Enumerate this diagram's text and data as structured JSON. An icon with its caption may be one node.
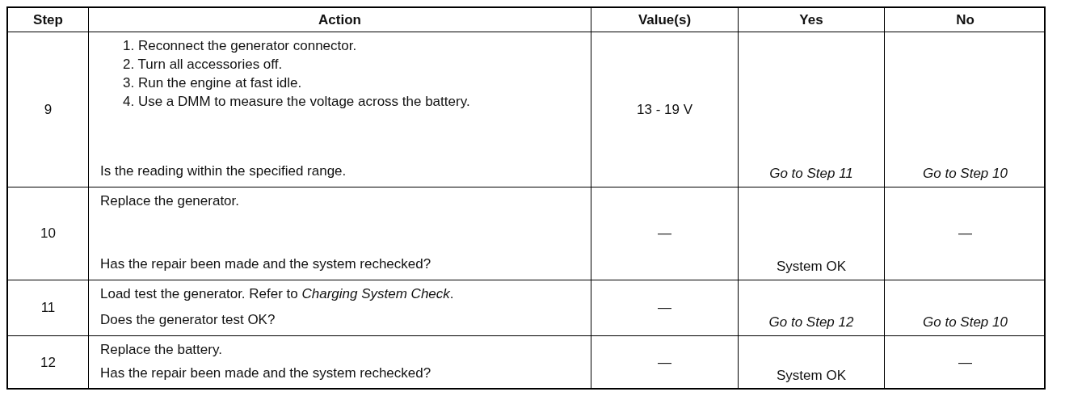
{
  "diagram": {
    "labels": [
      "Step",
      "Action",
      "Value(s)",
      "Yes",
      "No",
      "9",
      "1. Reconnect the generator connector.",
      "2. Turn all accessories off.",
      "3. Run the engine at fast idle.",
      "4. Use a DMM to measure the voltage across the battery.",
      "Is the reading within the specified range.",
      "13 - 19 V",
      "Go to Step 11",
      "Go to Step 10",
      "10",
      "Replace the generator.",
      "Has the repair been made and the system rechecked?",
      "—",
      "System OK",
      "—",
      "11",
      "Load test the generator. Refer to *Charging System Check*.",
      "Does the generator test OK?",
      "—",
      "Go to Step 12",
      "Go to Step 10",
      "12",
      "Replace the battery.",
      "Has the repair been made and the system rechecked?",
      "—",
      "System OK",
      "—"
    ]
  }
}
